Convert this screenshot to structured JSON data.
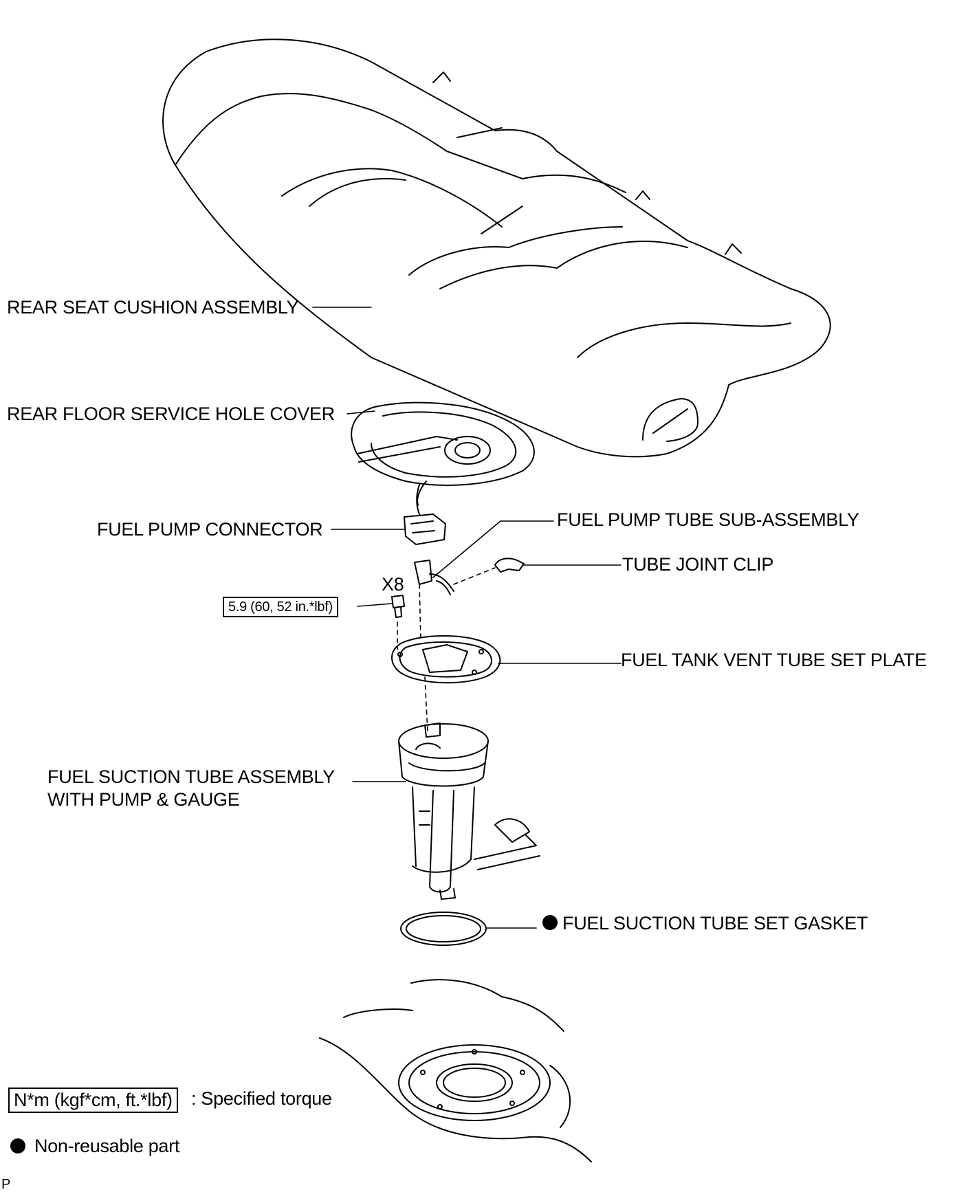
{
  "labels": {
    "rear_seat_cushion": "REAR SEAT CUSHION ASSEMBLY",
    "service_hole_cover": "REAR FLOOR SERVICE HOLE COVER",
    "fuel_pump_connector": "FUEL PUMP CONNECTOR",
    "fuel_pump_tube": "FUEL PUMP TUBE SUB-ASSEMBLY",
    "tube_joint_clip": "TUBE JOINT CLIP",
    "vent_tube_set_plate": "FUEL TANK VENT TUBE SET PLATE",
    "suction_tube_line1": "FUEL SUCTION TUBE ASSEMBLY",
    "suction_tube_line2": "WITH PUMP & GAUGE",
    "gasket": "FUEL SUCTION TUBE SET GASKET"
  },
  "bolt": {
    "quantity": "X8",
    "torque": "5.9 (60, 52 in.*lbf)"
  },
  "legend": {
    "torque_box": "N*m (kgf*cm, ft.*lbf)",
    "torque_text": ": Specified torque",
    "nonreusable_text": "Non-reusable part"
  },
  "corner_mark": "P"
}
